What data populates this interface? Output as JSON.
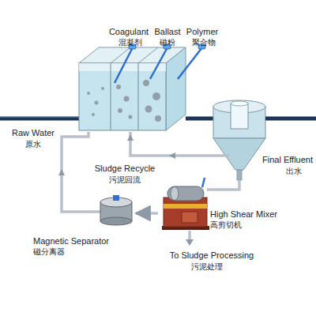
{
  "diagram": {
    "nodes": [
      {
        "text": [
          "High Shear Mixer",
          "高剪切机"
        ]
      },
      {
        "text": [
          "Magnetic Separator",
          "磁分离器"
        ]
      }
    ],
    "edges": [
      {
        "from": 0,
        "to": 1,
        "arrow": "to"
      }
    ],
    "labels": [
      "Coagulant",
      "混凝剂",
      "Ballast",
      "磁粉",
      "Polymer",
      "聚合物",
      "Raw Water",
      "原水",
      "Final Effluent",
      "出水",
      "Sludge Recycle",
      "污泥回流",
      "To Sludge Processing",
      "污泥处理"
    ]
  }
}
